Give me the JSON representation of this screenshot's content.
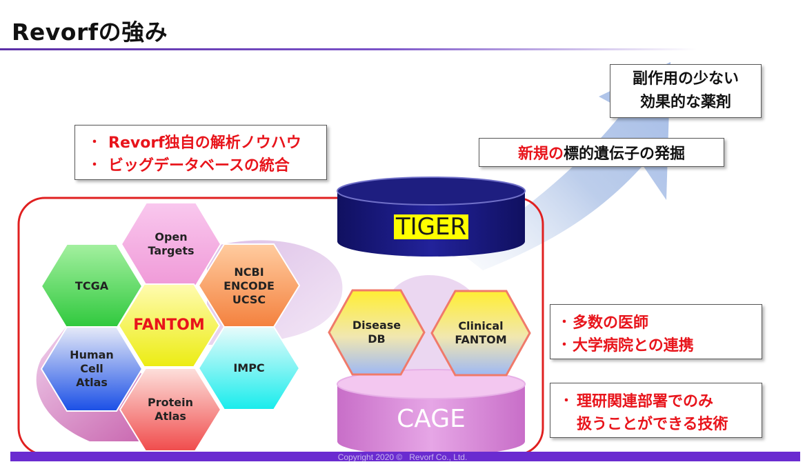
{
  "title": "Revorfの強み",
  "strength_box": {
    "bullet": "・",
    "items": [
      "Revorf独自の解析ノウハウ",
      "ビッグデータベースの統合"
    ]
  },
  "target_box": {
    "red": "新規の",
    "black": "標的遺伝子の発掘"
  },
  "drug_box": {
    "lines": [
      "副作用の少ない",
      "効果的な薬剤"
    ]
  },
  "doctor_box": {
    "bullet": "・",
    "items": [
      "多数の医師",
      "大学病院との連携"
    ]
  },
  "riken_box": {
    "bullet": "・",
    "items": [
      "理研関連部署でのみ",
      "扱うことができる技術"
    ]
  },
  "tiger": {
    "label": "TIGER"
  },
  "cage": {
    "label": "CAGE"
  },
  "hexagons": {
    "open_targets": {
      "lines": [
        "Open",
        "Targets"
      ]
    },
    "tcga": {
      "lines": [
        "TCGA"
      ]
    },
    "ncbi": {
      "lines": [
        "NCBI",
        "ENCODE",
        "UCSC"
      ]
    },
    "fantom": {
      "lines": [
        "FANTOM"
      ]
    },
    "human_cell_atlas": {
      "lines": [
        "Human",
        "Cell",
        "Atlas"
      ]
    },
    "impc": {
      "lines": [
        "IMPC"
      ]
    },
    "protein_atlas": {
      "lines": [
        "Protein",
        "Atlas"
      ]
    },
    "disease_db": {
      "lines": [
        "Disease",
        "DB"
      ]
    },
    "clinical_fantom": {
      "lines": [
        "Clinical",
        "FANTOM"
      ]
    }
  },
  "copyright": "Copyright 2020 ©   Revorf Co., Ltd.",
  "colors": {
    "accent_red": "#e8141b",
    "frame_red": "#e02020",
    "footer_purple": "#6a2bd0",
    "tiger_navy": "#1a1a7a",
    "tiger_text_highlight": "#ffff00",
    "cage_pink": "#d98fd9"
  }
}
